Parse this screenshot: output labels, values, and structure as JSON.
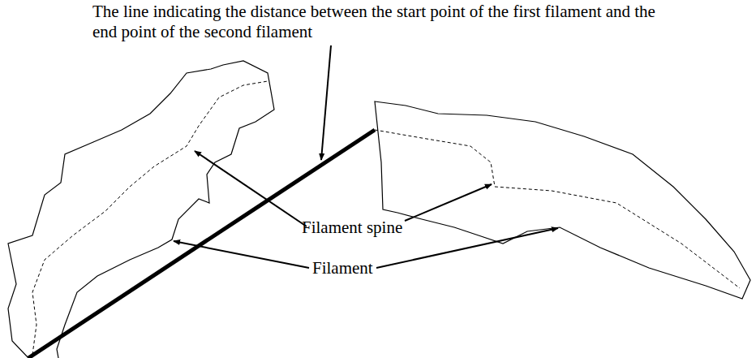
{
  "diagram": {
    "labels": [
      "The line indicating the distance between the start point of the first filament and the end point of the second filament",
      "Filament spine",
      "Filament"
    ]
  }
}
